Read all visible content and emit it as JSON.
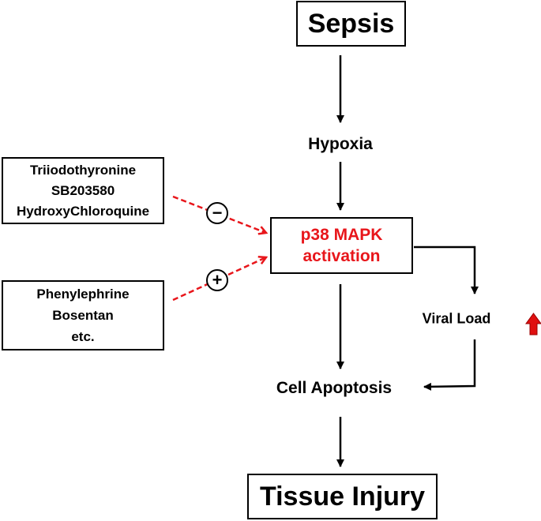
{
  "colors": {
    "accent": "#e8161b",
    "line": "#000000",
    "up_arrow": "#e01010"
  },
  "nodes": {
    "sepsis": "Sepsis",
    "hypoxia": "Hypoxia",
    "p38": [
      "p38 MAPK",
      "activation"
    ],
    "viral_load": "Viral Load",
    "cell_apoptosis": "Cell Apoptosis",
    "tissue_injury": "Tissue Injury"
  },
  "inhibitors": {
    "items": [
      "Triiodothyronine",
      "SB203580",
      "HydroxyChloroquine"
    ],
    "sign": "−",
    "effect": "inhibits"
  },
  "activators": {
    "items": [
      "Phenylephrine",
      "Bosentan",
      "etc."
    ],
    "sign": "+",
    "effect": "activates"
  },
  "edges": [
    {
      "from": "sepsis",
      "to": "hypoxia",
      "style": "solid"
    },
    {
      "from": "hypoxia",
      "to": "p38",
      "style": "solid"
    },
    {
      "from": "inhibitors",
      "to": "p38",
      "style": "dashed",
      "sign": "-"
    },
    {
      "from": "activators",
      "to": "p38",
      "style": "dashed",
      "sign": "+"
    },
    {
      "from": "p38",
      "to": "cell_apoptosis",
      "style": "solid"
    },
    {
      "from": "p38",
      "to": "viral_load",
      "style": "solid"
    },
    {
      "from": "viral_load",
      "to": "cell_apoptosis",
      "style": "solid"
    },
    {
      "from": "cell_apoptosis",
      "to": "tissue_injury",
      "style": "solid"
    }
  ],
  "viral_load_trend": "up-arrow-icon"
}
